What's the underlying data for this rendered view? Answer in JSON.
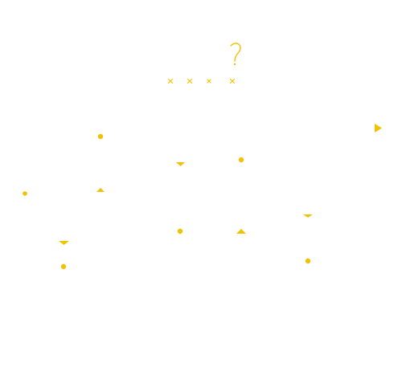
{
  "colors": {
    "background": "#ffffff",
    "mark": "#f2c200"
  },
  "header": {
    "icon": "question-mark-icon",
    "attempts": [
      {
        "icon": "x-mark-icon"
      },
      {
        "icon": "x-mark-icon"
      },
      {
        "icon": "x-mark-icon"
      },
      {
        "icon": "x-mark-icon"
      }
    ]
  },
  "board": {
    "targets": [
      {
        "shape": "dot"
      },
      {
        "shape": "dot"
      },
      {
        "shape": "dot"
      },
      {
        "shape": "dot"
      },
      {
        "shape": "dot"
      },
      {
        "shape": "dot"
      },
      {
        "shape": "triangle-down"
      },
      {
        "shape": "triangle-up"
      },
      {
        "shape": "triangle-down"
      },
      {
        "shape": "triangle-up"
      },
      {
        "shape": "triangle-down"
      },
      {
        "shape": "triangle-right"
      }
    ]
  }
}
